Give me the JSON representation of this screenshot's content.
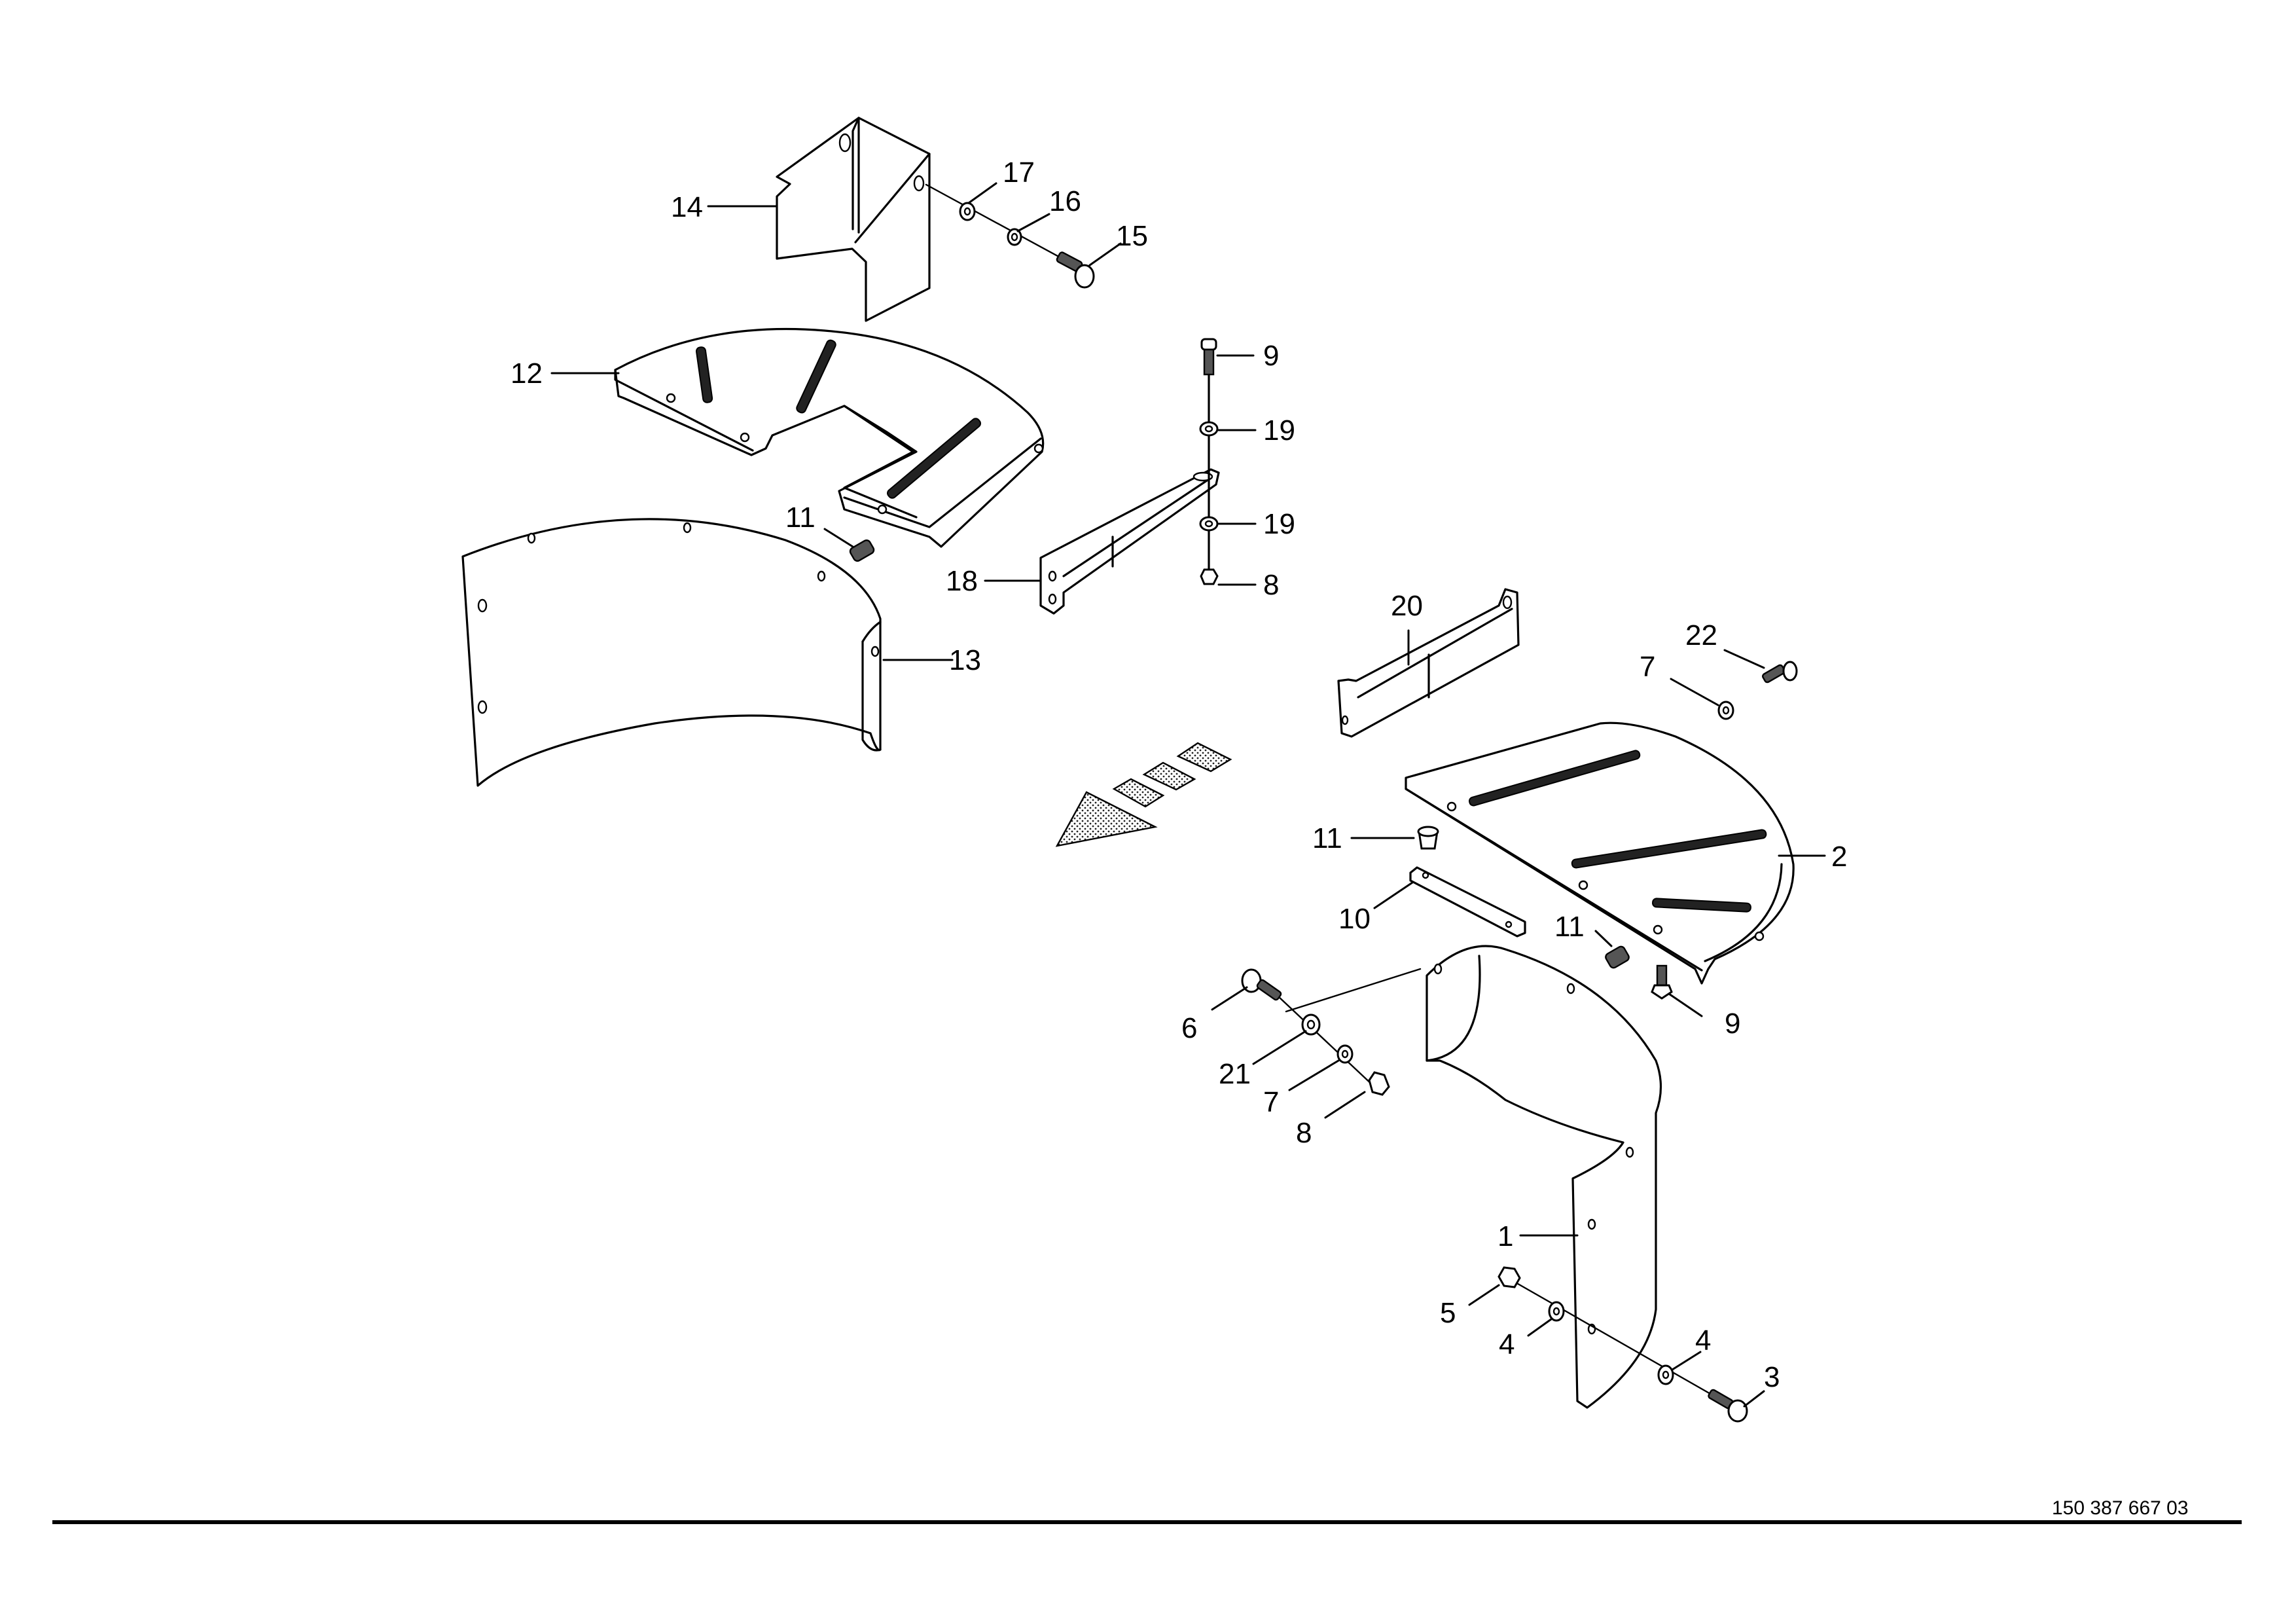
{
  "callouts": {
    "c14": "14",
    "c17": "17",
    "c16": "16",
    "c15": "15",
    "c12": "12",
    "c9a": "9",
    "c19a": "19",
    "c19b": "19",
    "c8a": "8",
    "c11a": "11",
    "c18": "18",
    "c13": "13",
    "c20": "20",
    "c22": "22",
    "c7a": "7",
    "c11b": "11",
    "c2": "2",
    "c10": "10",
    "c11c": "11",
    "c9b": "9",
    "c6": "6",
    "c21": "21",
    "c7b": "7",
    "c8b": "8",
    "c1": "1",
    "c5": "5",
    "c4a": "4",
    "c4b": "4",
    "c3": "3"
  },
  "document_number": "150 387 667 03",
  "colors": {
    "ink": "#000000",
    "paper": "#ffffff",
    "stipple": "#888888"
  }
}
